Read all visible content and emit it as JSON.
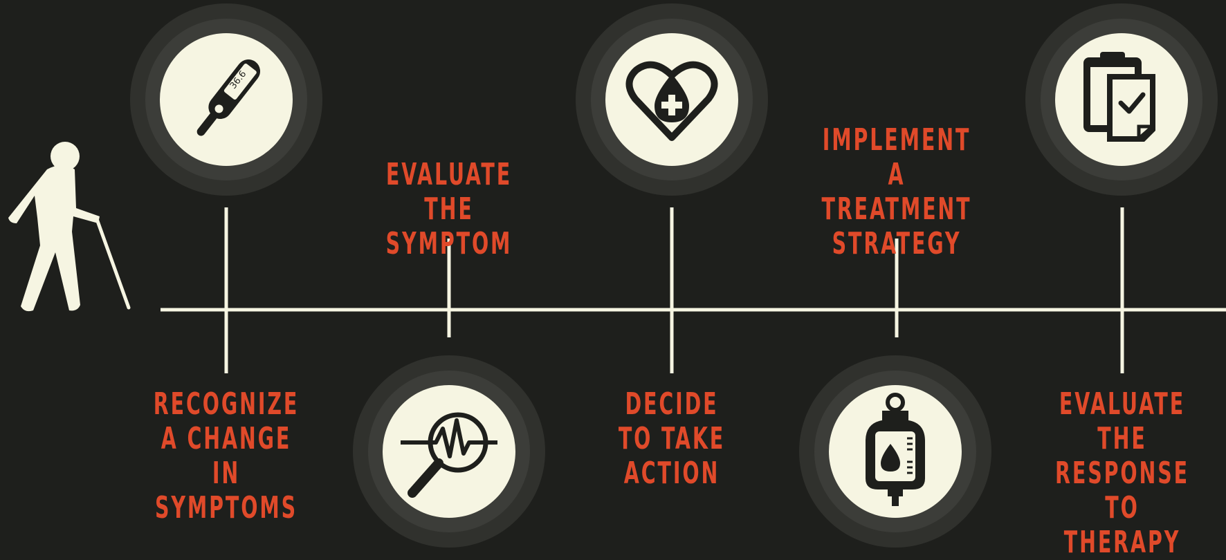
{
  "colors": {
    "background": "#1e1f1c",
    "line": "#f6f5e2",
    "text": "#e04a2a",
    "badge_outer": "#30312d",
    "badge_ring": "#3c3d39",
    "badge_disc": "#f6f5e2",
    "icon": "#1e1f1c"
  },
  "icons": {
    "person": "person-walking-cane-icon",
    "step1": "thermometer-icon",
    "step2": "magnifier-pulse-icon",
    "step3": "heart-medical-cross-icon",
    "step4": "iv-bag-icon",
    "step5": "clipboard-check-icon"
  },
  "thermometer_reading": "36.6",
  "steps": [
    {
      "label": "RECOGNIZE\nA CHANGE IN\nSYMPTOMS"
    },
    {
      "label": "EVALUATE\nTHE SYMPTOM"
    },
    {
      "label": "DECIDE\nTO TAKE\nACTION"
    },
    {
      "label": "IMPLEMENT\nA TREATMENT\nSTRATEGY"
    },
    {
      "label": "EVALUATE\nTHE RESPONSE\nTO THERAPY"
    }
  ]
}
